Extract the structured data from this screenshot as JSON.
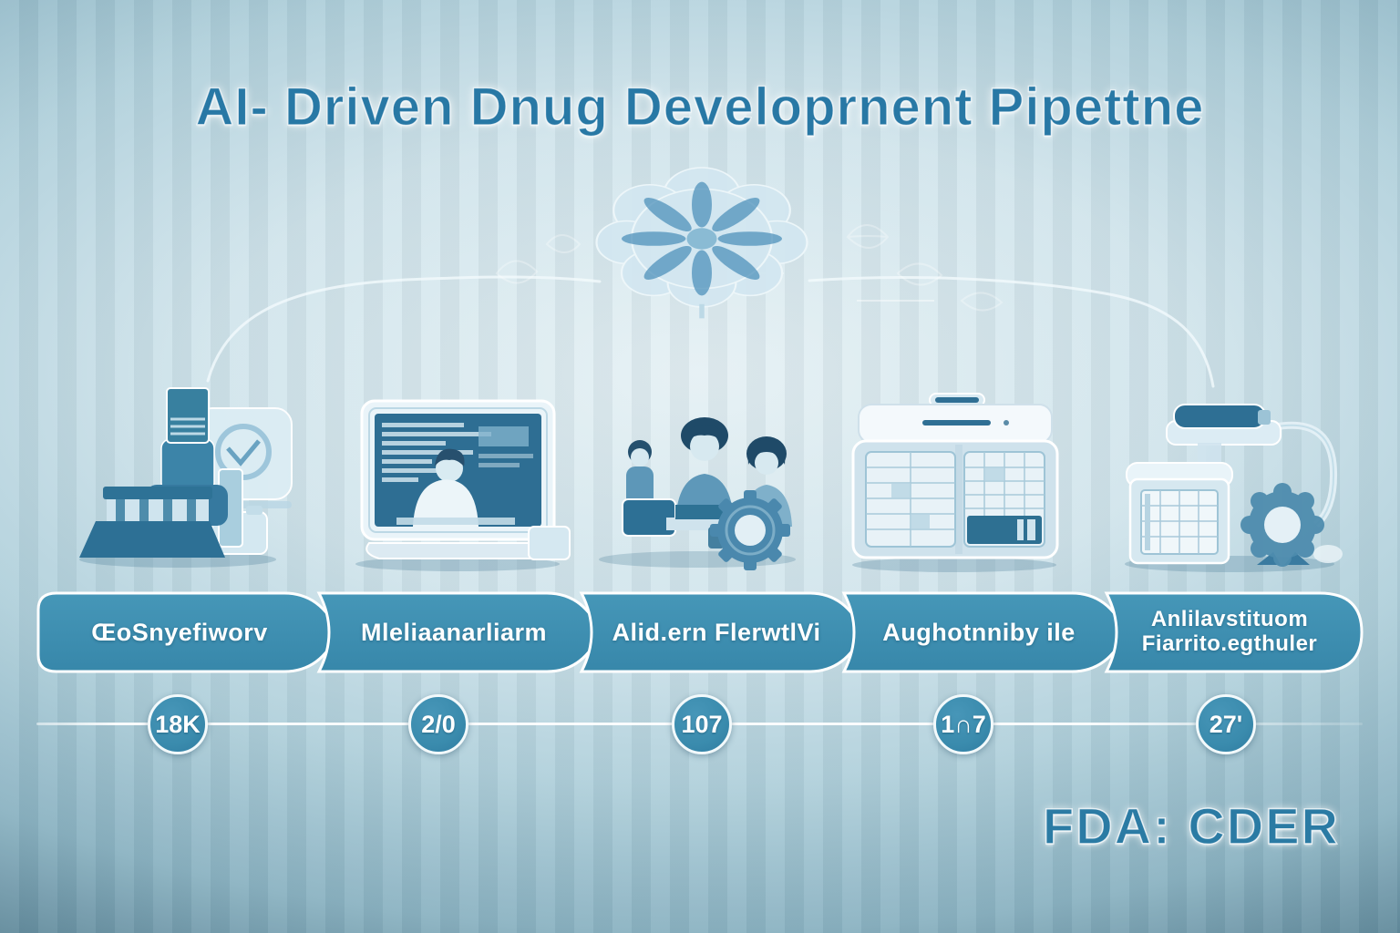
{
  "title": "AI- Driven Dnug Developrnent Pipettne",
  "footer": {
    "label": "FDA: CDER"
  },
  "decor": {
    "center_icon": "brain-illustration",
    "connector_style": "curved-white-swoosh-lines"
  },
  "stages": [
    {
      "label": "ŒoSnyefiworv",
      "value": "18K",
      "icon": "microscope-analyzer-icon"
    },
    {
      "label": "Mleliaanarliarm",
      "value": "2/0",
      "icon": "laptop-scientist-icon"
    },
    {
      "label": "Alid.ern FlerwtlVi",
      "value": "107",
      "icon": "team-gear-icon"
    },
    {
      "label": "Aughotnniby ile",
      "value": "1∩7",
      "icon": "incubator-grid-icon"
    },
    {
      "label": "Anlilavstituom",
      "label2": "Fiarrito.egthuler",
      "value": "27'",
      "icon": "machine-seal-icon"
    }
  ],
  "colors": {
    "banner_fill": "#3e91b3",
    "banner_border": "#ffffff",
    "milestone_fill": "#3a8bad",
    "title_text": "#2878a5",
    "label_text": "#ffffff",
    "background_light": "#e6f1f5",
    "background_dark": "#2e4b58"
  }
}
